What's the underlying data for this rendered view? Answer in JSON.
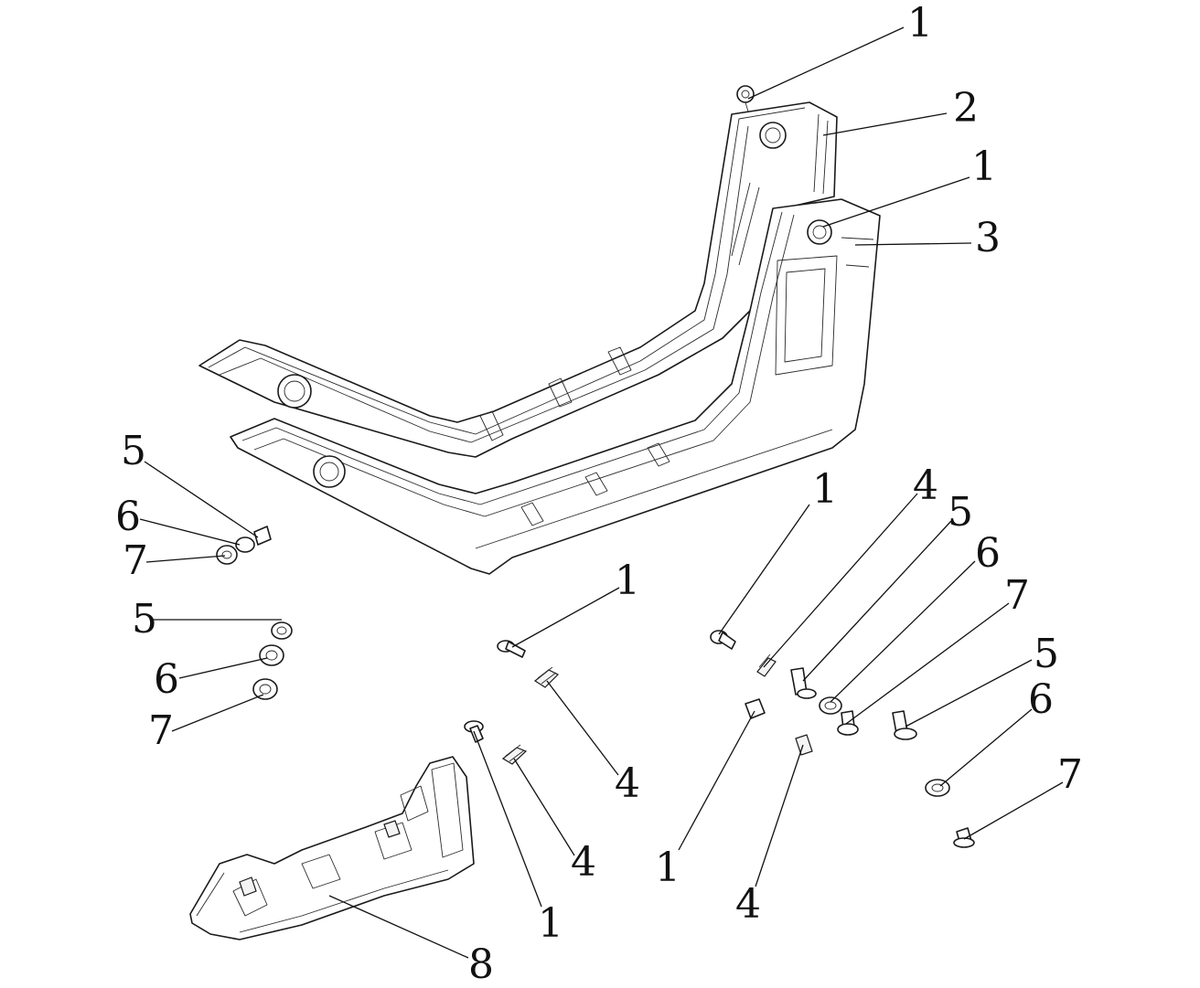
{
  "callouts": [
    {
      "id": "c1-top",
      "text": "1"
    },
    {
      "id": "c2",
      "text": "2"
    },
    {
      "id": "c1-upper-right",
      "text": "1"
    },
    {
      "id": "c3",
      "text": "3"
    },
    {
      "id": "c5-left-top",
      "text": "5"
    },
    {
      "id": "c6-left-top",
      "text": "6"
    },
    {
      "id": "c7-left-top",
      "text": "7"
    },
    {
      "id": "c5-left-mid",
      "text": "5"
    },
    {
      "id": "c6-left-mid",
      "text": "6"
    },
    {
      "id": "c7-left-mid",
      "text": "7"
    },
    {
      "id": "c1-center",
      "text": "1"
    },
    {
      "id": "c4-center-upper",
      "text": "4"
    },
    {
      "id": "c4-center-lower",
      "text": "4"
    },
    {
      "id": "c1-center-lower",
      "text": "1"
    },
    {
      "id": "c8",
      "text": "8"
    },
    {
      "id": "c1-right-top",
      "text": "1"
    },
    {
      "id": "c4-right-top",
      "text": "4"
    },
    {
      "id": "c5-right-top",
      "text": "5"
    },
    {
      "id": "c6-right-top",
      "text": "6"
    },
    {
      "id": "c7-right-top",
      "text": "7"
    },
    {
      "id": "c1-right-lower",
      "text": "1"
    },
    {
      "id": "c4-right-lower",
      "text": "4"
    },
    {
      "id": "c5-right-lower",
      "text": "5"
    },
    {
      "id": "c6-right-lower",
      "text": "6"
    },
    {
      "id": "c7-right-lower",
      "text": "7"
    }
  ]
}
